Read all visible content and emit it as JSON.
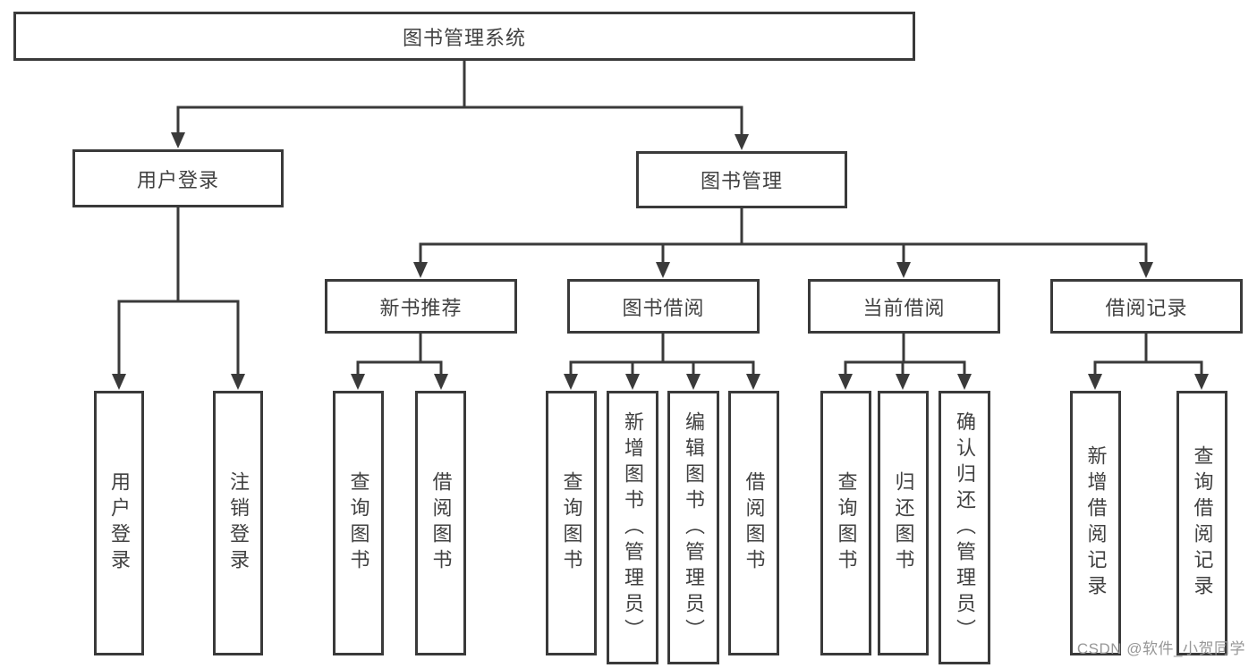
{
  "tree": {
    "root": {
      "label": "图书管理系统"
    },
    "branches": [
      {
        "label": "用户登录",
        "children": [
          {
            "label": "用户登录"
          },
          {
            "label": "注销登录"
          }
        ]
      },
      {
        "label": "图书管理",
        "children": [
          {
            "label": "新书推荐",
            "children": [
              {
                "label": "查询图书"
              },
              {
                "label": "借阅图书"
              }
            ]
          },
          {
            "label": "图书借阅",
            "children": [
              {
                "label": "查询图书"
              },
              {
                "label": "新增图书（管理员）"
              },
              {
                "label": "编辑图书（管理员）"
              },
              {
                "label": "借阅图书"
              }
            ]
          },
          {
            "label": "当前借阅",
            "children": [
              {
                "label": "查询图书"
              },
              {
                "label": "归还图书"
              },
              {
                "label": "确认归还（管理员）"
              }
            ]
          },
          {
            "label": "借阅记录",
            "children": [
              {
                "label": "新增借阅记录"
              },
              {
                "label": "查询借阅记录"
              }
            ]
          }
        ]
      }
    ]
  },
  "watermark": {
    "text": "CSDN @软件_小贺同学"
  },
  "colors": {
    "line": "#3a3a3a",
    "box_border": "#3a3a3a",
    "text": "#414141",
    "watermark": "#979797",
    "background": "#ffffff"
  }
}
